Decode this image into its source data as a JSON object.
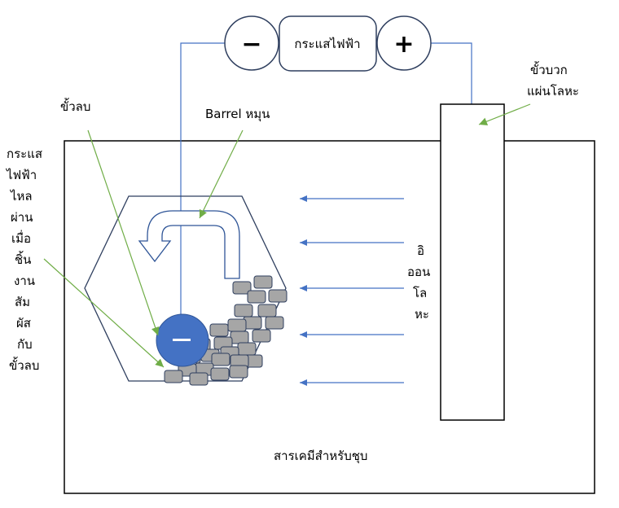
{
  "battery": {
    "label": "กระแสไฟฟ้า",
    "negative_symbol": "−",
    "positive_symbol": "+"
  },
  "labels": {
    "cathode": "ขั้วลบ",
    "barrel_rotate": "Barrel หมุน",
    "anode": [
      "ขั้วบวก",
      "แผ่นโลหะ"
    ],
    "current_flow": [
      "กระแส",
      "ไฟฟ้า",
      "ไหล",
      "ผ่าน",
      "เมื่อ",
      "ชิ้น",
      "งาน",
      "สัม",
      "ผัส",
      "กับ",
      "ขั้วลบ"
    ],
    "metal_ions": [
      "อิ",
      "ออน",
      "โล",
      "หะ"
    ],
    "bath": "สารเคมีสำหรับชุบ",
    "cathode_symbol": "−"
  },
  "colors": {
    "wire": "#4472c4",
    "cathode_fill": "#4472c4",
    "ion_arrow": "#4472c4",
    "pointer": "#70ad47",
    "part_fill": "#a6a6a6",
    "part_stroke": "#2f3f5f",
    "outline": "#000000",
    "rotation_arrow": "#2f5597"
  }
}
